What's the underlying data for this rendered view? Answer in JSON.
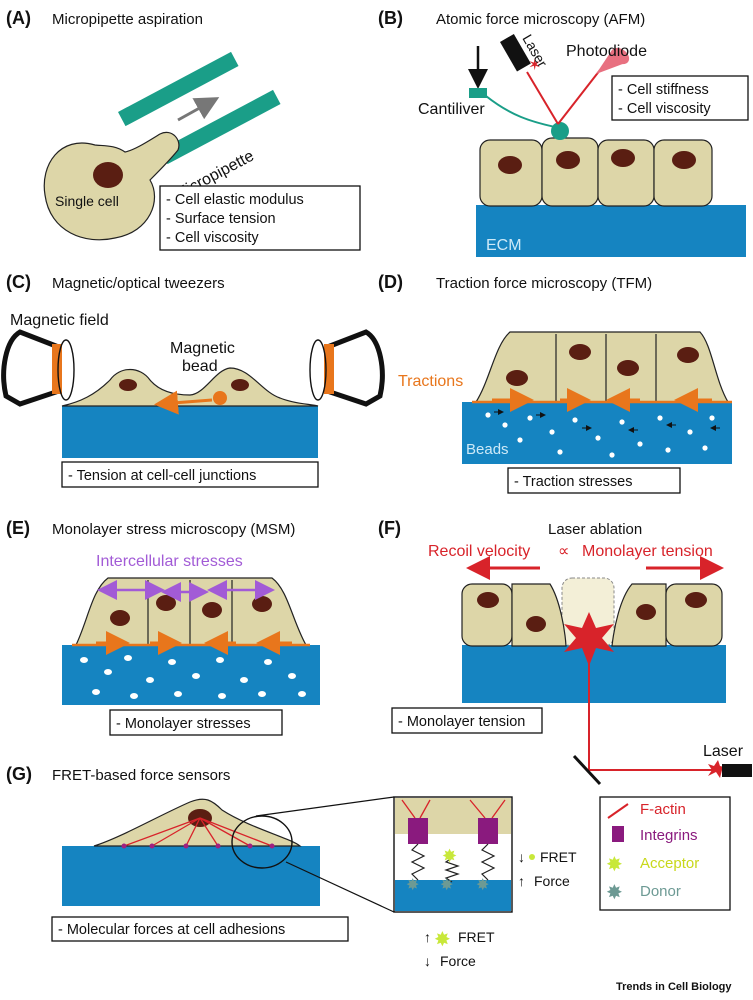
{
  "panelA": {
    "letter": "(A)",
    "title": "Micropipette aspiration",
    "pipette_label": "Micropipette",
    "cell_label": "Single cell",
    "measures": [
      "- Cell elastic modulus",
      "- Surface tension",
      "- Cell viscosity"
    ]
  },
  "panelB": {
    "letter": "(B)",
    "title": "Atomic force microscopy (AFM)",
    "laser_label": "Laser",
    "photodiode_label": "Photodiode",
    "cantilever_label": "Cantiliver",
    "ecm_label": "ECM",
    "measures": [
      "- Cell stiffness",
      "- Cell viscosity"
    ]
  },
  "panelC": {
    "letter": "(C)",
    "title": "Magnetic/optical tweezers",
    "field_label": "Magnetic field",
    "bead_label_line1": "Magnetic",
    "bead_label_line2": "bead",
    "measure": "- Tension at cell-cell junctions"
  },
  "panelD": {
    "letter": "(D)",
    "title": "Traction force microscopy (TFM)",
    "tractions_label": "Tractions",
    "beads_label": "Beads",
    "measure": "- Traction stresses"
  },
  "panelE": {
    "letter": "(E)",
    "title": "Monolayer stress microscopy (MSM)",
    "stress_label": "Intercellular stresses",
    "measure": "- Monolayer stresses"
  },
  "panelF": {
    "letter": "(F)",
    "title": "Laser ablation",
    "recoil_label": "Recoil velocity",
    "prop_symbol": "∝",
    "tension_label": "Monolayer tension",
    "measure": "- Monolayer tension",
    "laser_label": "Laser"
  },
  "panelG": {
    "letter": "(G)",
    "title": "FRET-based force sensors",
    "measure": "- Molecular forces at cell adhesions",
    "fret_down": "FRET",
    "force_up": "Force",
    "fret_up": "FRET",
    "force_down": "Force",
    "legend": [
      "F-actin",
      "Integrins",
      "Acceptor",
      "Donor"
    ]
  },
  "footer": "Trends in Cell Biology",
  "colors": {
    "cell": "#ddd6a8",
    "nucleus": "#5a1e12",
    "ecm": "#1584c1",
    "teal": "#1a9e88",
    "red": "#d8232a",
    "orange": "#e8761c",
    "purple": "#a25bd6",
    "integrin": "#8a1a7e",
    "acceptor": "#c8e83a",
    "donor": "#6d9a94"
  }
}
